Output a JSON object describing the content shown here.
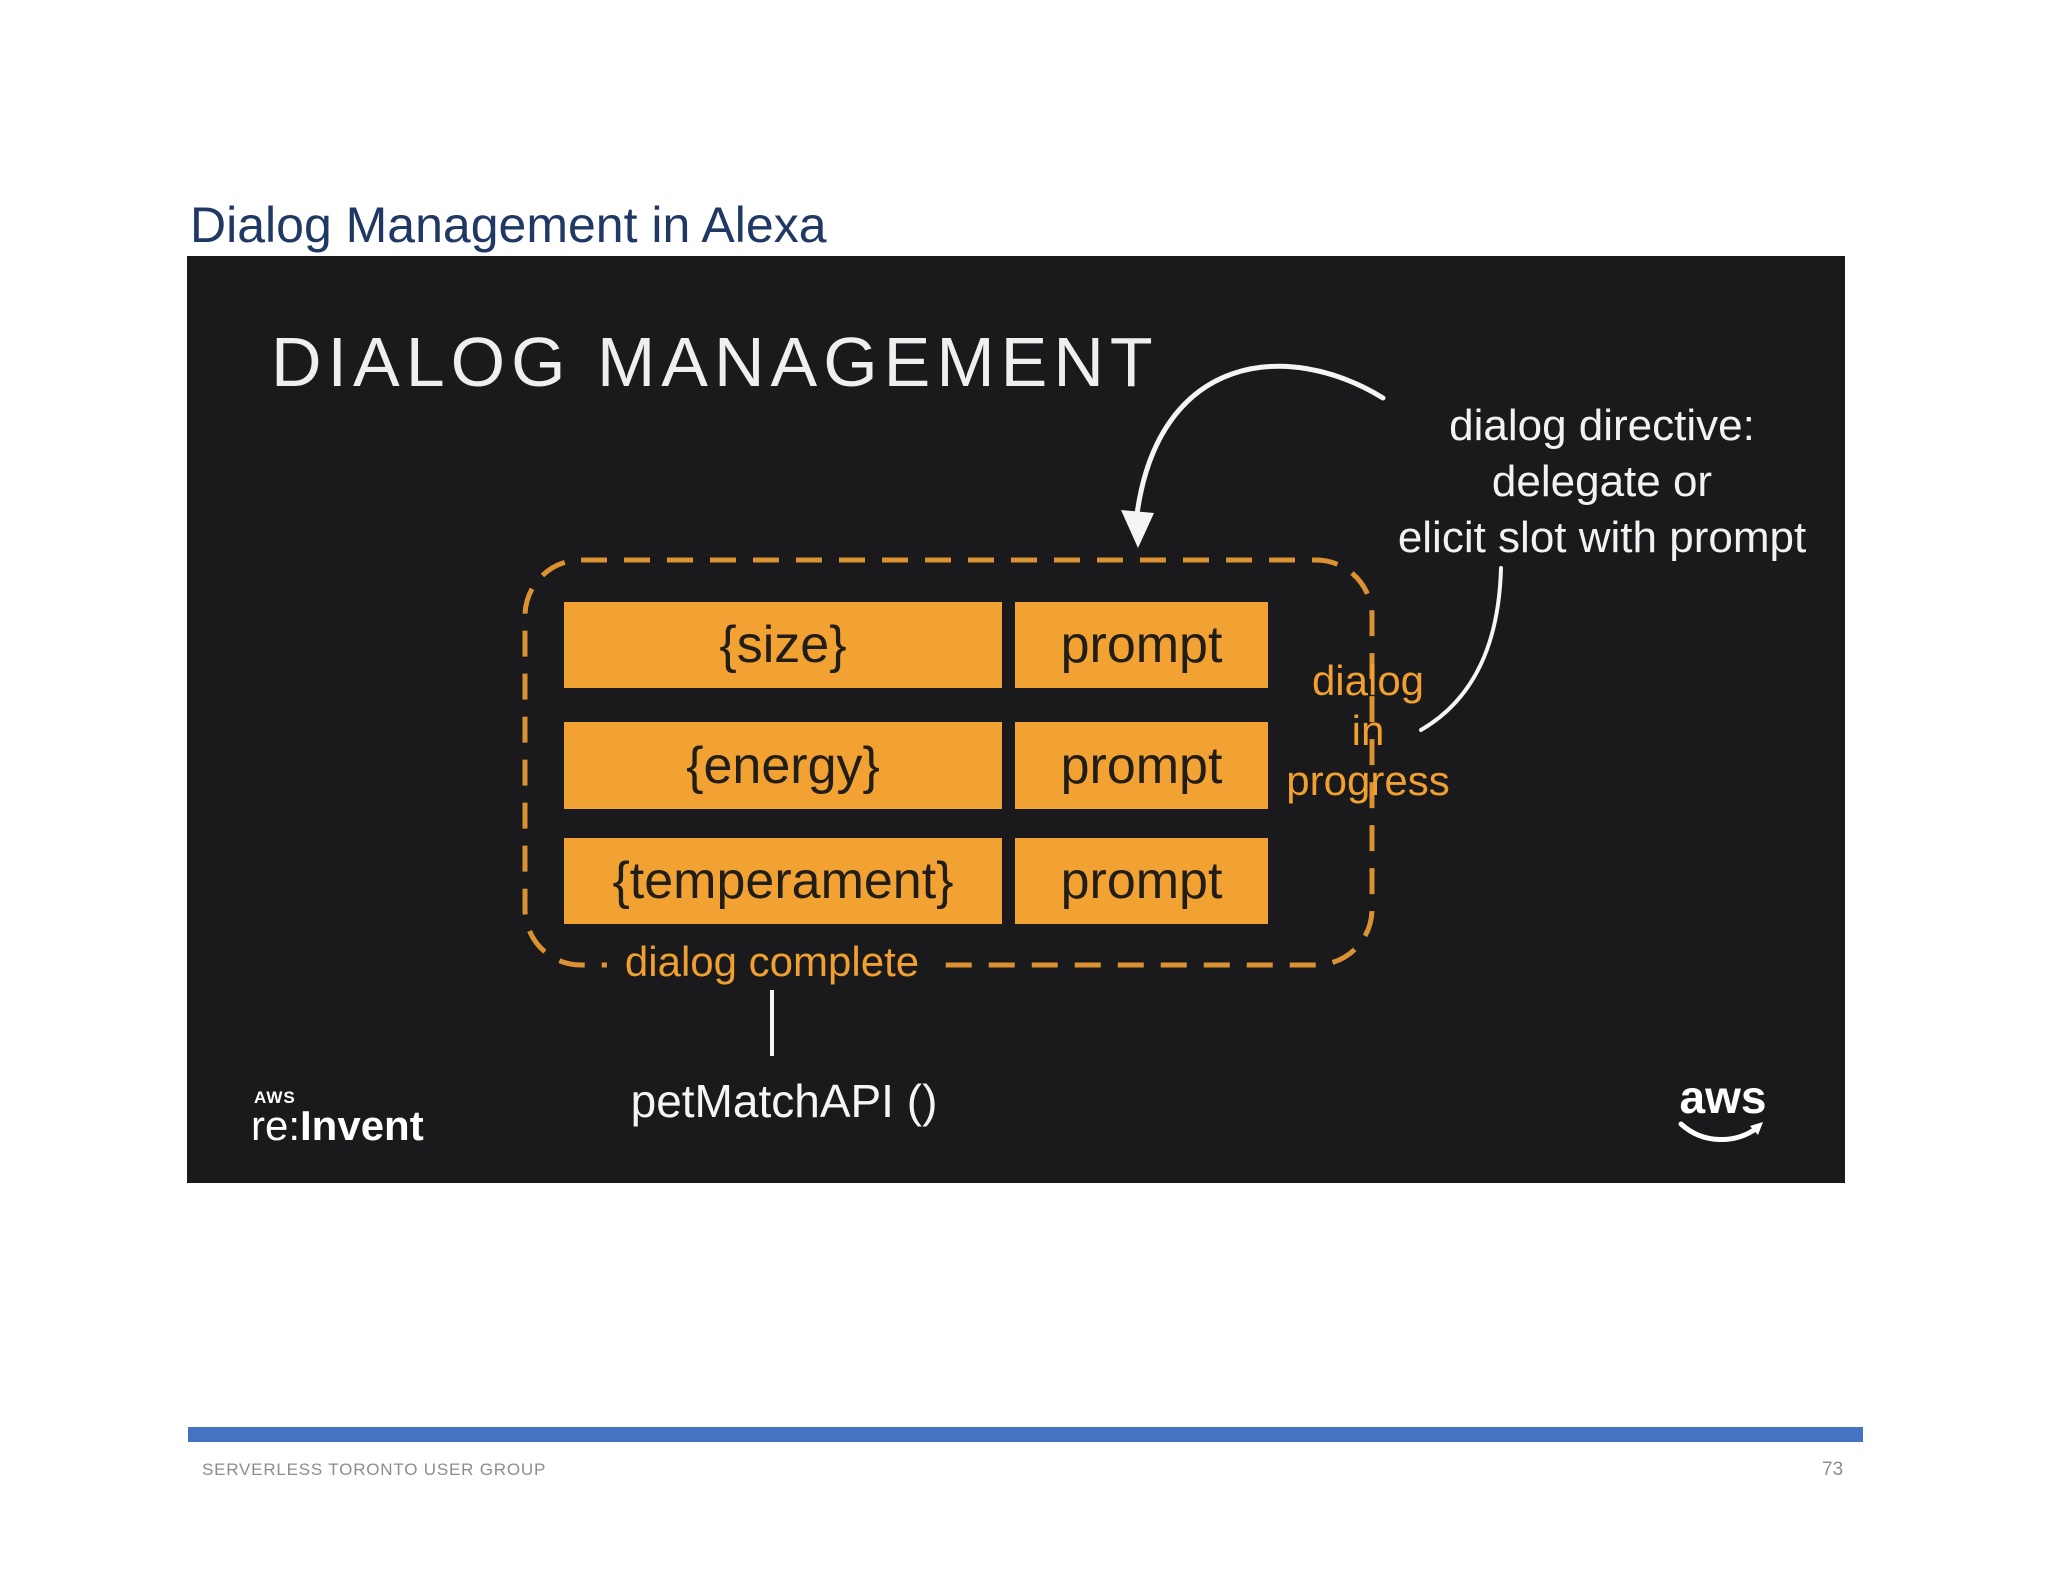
{
  "header": {
    "title": "Dialog Management in Alexa",
    "title_color": "#1F3864"
  },
  "slide": {
    "title": "DIALOG MANAGEMENT",
    "annotation_lines": [
      "dialog directive:",
      "delegate or",
      "elicit slot with prompt"
    ],
    "rows": [
      {
        "slot": "{size}",
        "prompt": "prompt"
      },
      {
        "slot": "{energy}",
        "prompt": "prompt"
      },
      {
        "slot": "{temperament}",
        "prompt": "prompt"
      }
    ],
    "in_progress_lines": [
      "dialog",
      "in",
      "progress"
    ],
    "complete_label": "dialog complete",
    "api_label": "petMatchAPI ()",
    "reinvent_logo": {
      "small": "AWS",
      "prefix": "re:",
      "name": "Invent"
    },
    "aws_logo": "aws",
    "colors": {
      "background": "#1A191B",
      "orange": "#F2A233",
      "dash_orange": "#DB9232",
      "light_text": "#F2F2F2"
    }
  },
  "footer": {
    "left": "SERVERLESS TORONTO USER GROUP",
    "page_number": "73",
    "bar_color": "#4573C4"
  }
}
